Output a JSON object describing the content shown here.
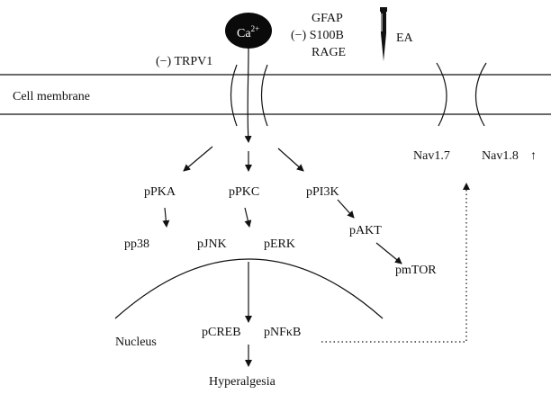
{
  "ion": {
    "base": "Ca",
    "charge": "2+"
  },
  "labels": {
    "membrane": "Cell membrane",
    "trpv1": "(−) TRPV1",
    "gfap": "GFAP",
    "s100b": "(−) S100B",
    "rage": "RAGE",
    "ea": "EA",
    "nav17": "Nav1.7",
    "nav18": "Nav1.8",
    "nav18_marker": "↑",
    "ppka": "pPKA",
    "ppkc": "pPKC",
    "ppi3k": "pPI3K",
    "pp38": "pp38",
    "pjnk": "pJNK",
    "perk": "pERK",
    "pakt": "pAKT",
    "pmtor": "pmTOR",
    "nucleus": "Nucleus",
    "pcreb": "pCREB",
    "pnfkb": "pNFκB",
    "hyperalgesia": "Hyperalgesia"
  },
  "colors": {
    "ink": "#111111",
    "ion_fill": "#0a0a0a",
    "ion_text": "#ffffff",
    "background": "#ffffff"
  }
}
